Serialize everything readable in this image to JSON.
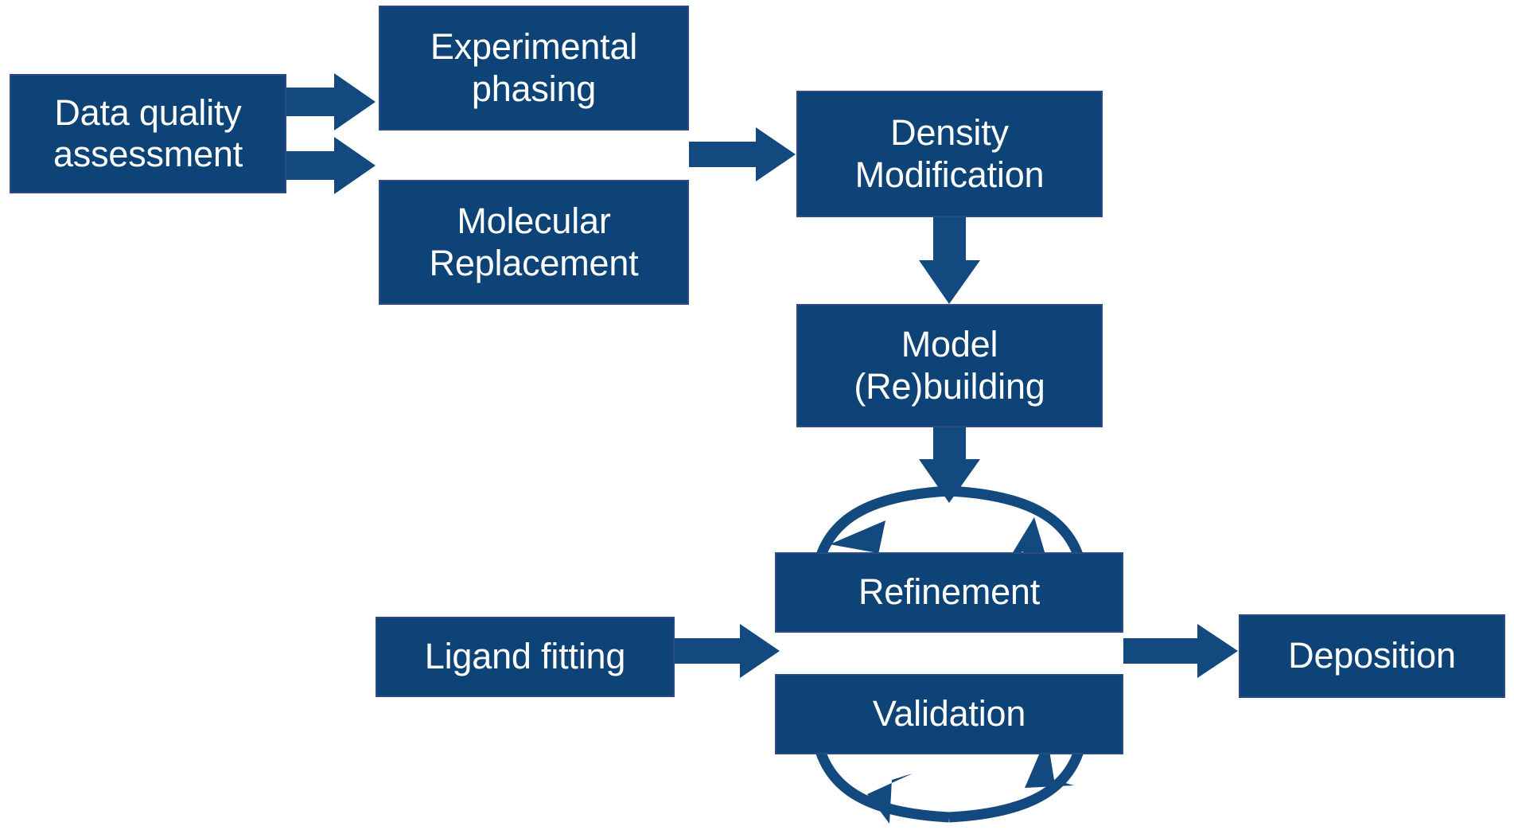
{
  "diagram": {
    "title": "Macromolecular crystallography structure determination workflow",
    "colors": {
      "node_fill": "#0E4377",
      "node_border": "#2E4A86",
      "node_text": "#FFFFFF",
      "arrow": "#12497E",
      "background": "#FFFFFF"
    },
    "nodes": [
      {
        "id": "data-quality",
        "label": "Data quality\nassessment"
      },
      {
        "id": "experimental",
        "label": "Experimental\nphasing"
      },
      {
        "id": "molecular",
        "label": "Molecular\nReplacement"
      },
      {
        "id": "density",
        "label": "Density\nModification"
      },
      {
        "id": "model-rebuilding",
        "label": "Model\n(Re)building"
      },
      {
        "id": "ligand-fitting",
        "label": "Ligand fitting"
      },
      {
        "id": "refinement",
        "label": "Refinement"
      },
      {
        "id": "validation",
        "label": "Validation"
      },
      {
        "id": "deposition",
        "label": "Deposition"
      }
    ],
    "connections": [
      {
        "from": "data-quality",
        "to": "experimental",
        "kind": "straight-arrow",
        "direction": "right"
      },
      {
        "from": "data-quality",
        "to": "molecular",
        "kind": "straight-arrow",
        "direction": "right"
      },
      {
        "from": "experimental",
        "to": "density",
        "kind": "straight-arrow",
        "direction": "right"
      },
      {
        "from": "molecular",
        "to": "density",
        "kind": "straight-arrow",
        "direction": "right"
      },
      {
        "from": "density",
        "to": "model-rebuilding",
        "kind": "straight-arrow",
        "direction": "down"
      },
      {
        "from": "model-rebuilding",
        "to": "refinement",
        "kind": "straight-arrow",
        "direction": "down"
      },
      {
        "from": "ligand-fitting",
        "to": "refinement",
        "kind": "straight-arrow",
        "direction": "right"
      },
      {
        "from": "validation",
        "to": "deposition",
        "kind": "straight-arrow",
        "direction": "right"
      },
      {
        "from": "refinement",
        "to": "validation",
        "kind": "circular-cycle",
        "direction": "bidirectional"
      }
    ]
  }
}
